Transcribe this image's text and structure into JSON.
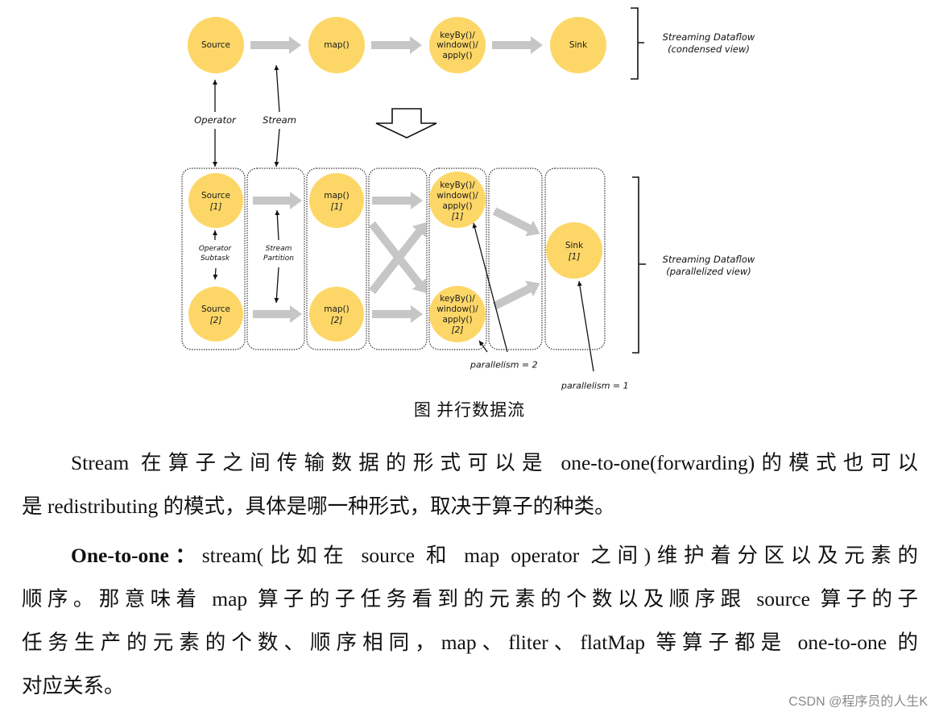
{
  "diagram": {
    "colors": {
      "node_fill": "#FCD768",
      "arrow": "#C6C6C6"
    },
    "condensed": {
      "nodes": [
        {
          "label_lines": [
            "Source"
          ]
        },
        {
          "label_lines": [
            "map()"
          ]
        },
        {
          "label_lines": [
            "keyBy()/",
            "window()/",
            "apply()"
          ]
        },
        {
          "label_lines": [
            "Sink"
          ]
        }
      ],
      "brace_label": [
        "Streaming Dataflow",
        "(condensed view)"
      ]
    },
    "annotations": {
      "operator": "Operator",
      "stream": "Stream",
      "operator_subtask": [
        "Operator",
        "Subtask"
      ],
      "stream_partition": [
        "Stream",
        "Partition"
      ],
      "parallelism_2": "parallelism = 2",
      "parallelism_1": "parallelism = 1"
    },
    "parallel": {
      "nodes": [
        {
          "label_lines": [
            "Source"
          ],
          "index": "[1]"
        },
        {
          "label_lines": [
            "Source"
          ],
          "index": "[2]"
        },
        {
          "label_lines": [
            "map()"
          ],
          "index": "[1]"
        },
        {
          "label_lines": [
            "map()"
          ],
          "index": "[2]"
        },
        {
          "label_lines": [
            "keyBy()/",
            "window()/",
            "apply()"
          ],
          "index": "[1]"
        },
        {
          "label_lines": [
            "keyBy()/",
            "window()/",
            "apply()"
          ],
          "index": "[2]"
        },
        {
          "label_lines": [
            "Sink"
          ],
          "index": "[1]"
        }
      ],
      "brace_label": [
        "Streaming Dataflow",
        "(parallelized view)"
      ]
    }
  },
  "caption": "图  并行数据流",
  "paragraphs": [
    {
      "bold_lead": "",
      "lines": [
        "Stream 在算子之间传输数据的形式可以是 one-to-one(forwarding)的模式也可以",
        "是 redistributing 的模式，具体是哪一种形式，取决于算子的种类。"
      ]
    },
    {
      "bold_lead": "One-to-one：",
      "lines": [
        "stream(比如在 source 和 map operator 之间)维护着分区以及元素的",
        "顺序。那意味着 map  算子的子任务看到的元素的个数以及顺序跟 source  算子的子",
        "任务生产的元素的个数、顺序相同，map、fliter、flatMap 等算子都是 one-to-one 的",
        "对应关系。"
      ]
    }
  ],
  "watermark": "CSDN @程序员的人生K"
}
